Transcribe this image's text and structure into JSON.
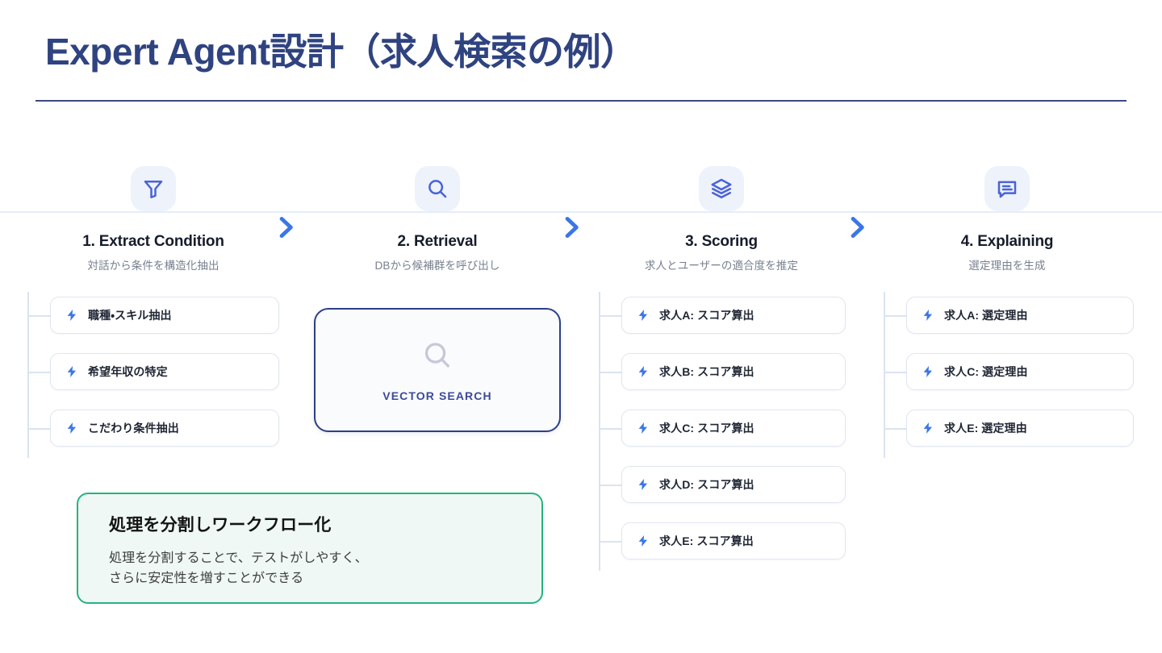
{
  "slide": {
    "title": "Expert Agent設計（求人検索の例）"
  },
  "steps": [
    {
      "icon": "filter-funnel-icon",
      "title": "1. Extract Condition",
      "subtitle": "対話から条件を構造化抽出"
    },
    {
      "icon": "search-magnifier-icon",
      "title": "2. Retrieval",
      "subtitle": "DBから候補群を呼び出し"
    },
    {
      "icon": "layers-stack-icon",
      "title": "3. Scoring",
      "subtitle": "求人とユーザーの適合度を推定"
    },
    {
      "icon": "message-bubble-icon",
      "title": "4. Explaining",
      "subtitle": "選定理由を生成"
    }
  ],
  "arrows": [
    {
      "icon": "chevron-right-icon"
    },
    {
      "icon": "chevron-right-icon"
    },
    {
      "icon": "chevron-right-icon"
    }
  ],
  "columns": {
    "extract": {
      "tasks": [
        {
          "icon": "bolt-icon",
          "label": "職種・スキル抽出"
        },
        {
          "icon": "bolt-icon",
          "label": "希望年収の特定"
        },
        {
          "icon": "bolt-icon",
          "label": "こだわり条件抽出"
        }
      ]
    },
    "scoring": {
      "tasks": [
        {
          "icon": "bolt-icon",
          "label": "求人A: スコア算出"
        },
        {
          "icon": "bolt-icon",
          "label": "求人B: スコア算出"
        },
        {
          "icon": "bolt-icon",
          "label": "求人C: スコア算出"
        },
        {
          "icon": "bolt-icon",
          "label": "求人D: スコア算出"
        },
        {
          "icon": "bolt-icon",
          "label": "求人E: スコア算出"
        }
      ]
    },
    "explaining": {
      "tasks": [
        {
          "icon": "bolt-icon",
          "label": "求人A: 選定理由"
        },
        {
          "icon": "bolt-icon",
          "label": "求人C: 選定理由"
        },
        {
          "icon": "bolt-icon",
          "label": "求人E: 選定理由"
        }
      ]
    }
  },
  "vector_search": {
    "icon": "search-magnifier-icon",
    "label": "VECTOR SEARCH"
  },
  "callout": {
    "title": "処理を分割しワークフロー化",
    "line1": "処理を分割することで、テストがしやすく、",
    "line2": "さらに安定性を増すことができる"
  },
  "colors": {
    "title_navy": "#2f4380",
    "accent_blue": "#3b76e8",
    "icon_tile_bg": "#edf2fb",
    "card_border": "#dfe6f2",
    "tree_line": "#dbe3f0",
    "vector_border": "#2c3f86",
    "vector_label": "#3c4a97",
    "callout_border": "#25b481",
    "callout_bg": "#eff8f4",
    "subtitle_gray": "#77808f"
  }
}
